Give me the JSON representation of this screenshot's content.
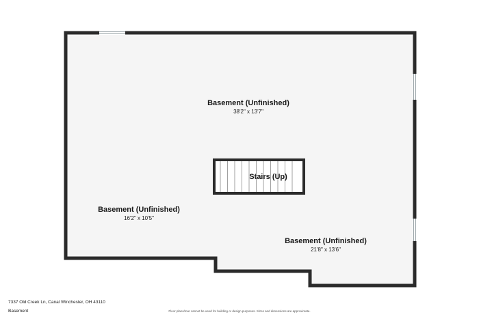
{
  "floor": {
    "rooms": [
      {
        "name": "Basement (Unfinished)",
        "dims": "38'2\" x 13'7\""
      },
      {
        "name": "Basement (Unfinished)",
        "dims": "16'2\" x 10'5\""
      },
      {
        "name": "Basement (Unfinished)",
        "dims": "21'8\" x 13'6\""
      }
    ],
    "stairs_label": "Stairs (Up)"
  },
  "footer": {
    "address": "7337 Old Creek Ln, Canal Winchester, OH 43110",
    "level": "Basement",
    "disclaimer": "Floor plans/tour cannot be used for building or design purposes. Sizes and dimensions are approximate."
  },
  "colors": {
    "wall": "#2b2b2b",
    "floor": "#f5f5f5",
    "window": "#cfd8dc"
  }
}
